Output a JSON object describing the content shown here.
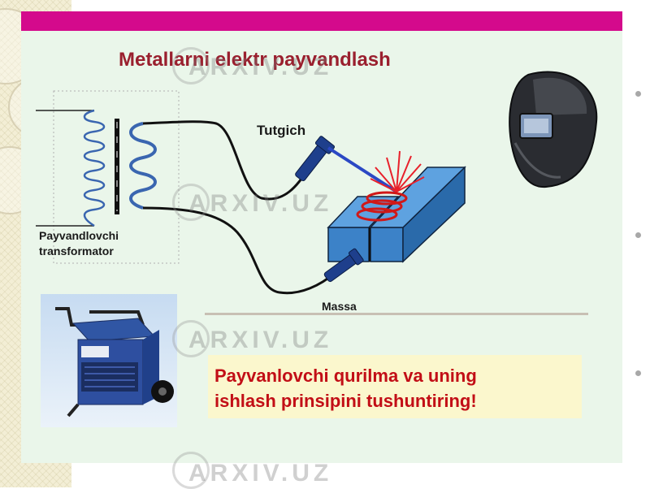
{
  "slide": {
    "title": "Metallarni elektr payvandlash",
    "labels": {
      "holder": "Tutgich",
      "ground": "Massa",
      "transformer_line1": "Payvandlovchi",
      "transformer_line2": "transformator"
    },
    "question_line1": "Payvanlovchi  qurilma va uning",
    "question_line2": "ishlash prinsipini tushuntiring!"
  },
  "watermark": {
    "text": "ARXIV.UZ"
  },
  "colors": {
    "accent_bar": "#d40a8c",
    "title": "#9a1f2e",
    "question_text": "#c20e16",
    "slide_bg": "#eaf6ea",
    "coil": "#3a66b0",
    "workpiece": "#3c82c8",
    "arc": "#e8202a"
  }
}
